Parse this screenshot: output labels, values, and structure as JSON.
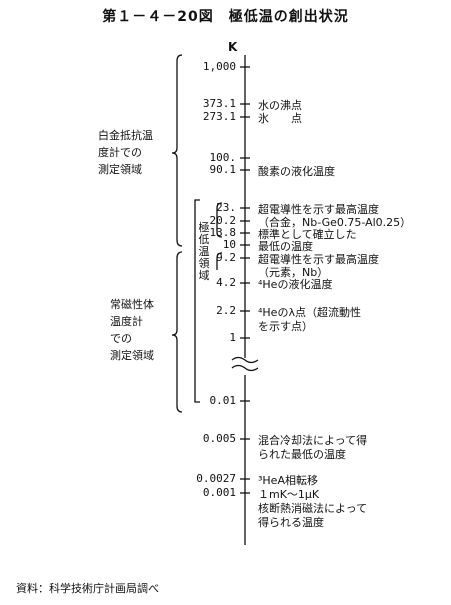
{
  "title": "第１－４－20図　極低温の創出状況",
  "unit": "K",
  "scale": [
    {
      "tick": "1,000",
      "desc": ""
    },
    {
      "tick": "373.1",
      "desc": "水の沸点"
    },
    {
      "tick": "273.1",
      "desc": "氷　　点"
    },
    {
      "tick": "100.",
      "desc": ""
    },
    {
      "tick": "90.1",
      "desc": "酸素の液化温度"
    },
    {
      "tick": "23.",
      "desc": "超電導性を示す最高温度"
    },
    {
      "tick": "20.2",
      "desc": "（合金，Nb-Ge0.75-Al0.25）"
    },
    {
      "tick": "13.8",
      "desc": "標準として確立した"
    },
    {
      "tick": "10",
      "desc": "最低の温度"
    },
    {
      "tick": "9.2",
      "desc": "超電導性を示す最高温度"
    },
    {
      "tick": "",
      "desc": "（元素，Nb）"
    },
    {
      "tick": "4.2",
      "desc": "⁴Heの液化温度"
    },
    {
      "tick": "2.2",
      "desc": "⁴Heのλ点（超流動性"
    },
    {
      "tick": "",
      "desc": "を示す点）"
    },
    {
      "tick": "1",
      "desc": ""
    },
    {
      "tick": "0.01",
      "desc": ""
    },
    {
      "tick": "0.005",
      "desc": "混合冷却法によって得"
    },
    {
      "tick": "",
      "desc": "られた最低の温度"
    },
    {
      "tick": "0.0027",
      "desc": "³HeA相転移"
    },
    {
      "tick": "0.001",
      "desc": "１mK～1μK"
    },
    {
      "tick": "",
      "desc": "核断熱消磁法によって"
    },
    {
      "tick": "",
      "desc": "得られる温度"
    }
  ],
  "regions": {
    "platinum": [
      "白金抵抗温",
      "度計での",
      "測定領域"
    ],
    "cryo": "極低温領域",
    "paramagnetic": [
      "常磁性体",
      "温度計",
      "での",
      "測定領域"
    ]
  },
  "source": "資料：科学技術庁計画局調べ"
}
